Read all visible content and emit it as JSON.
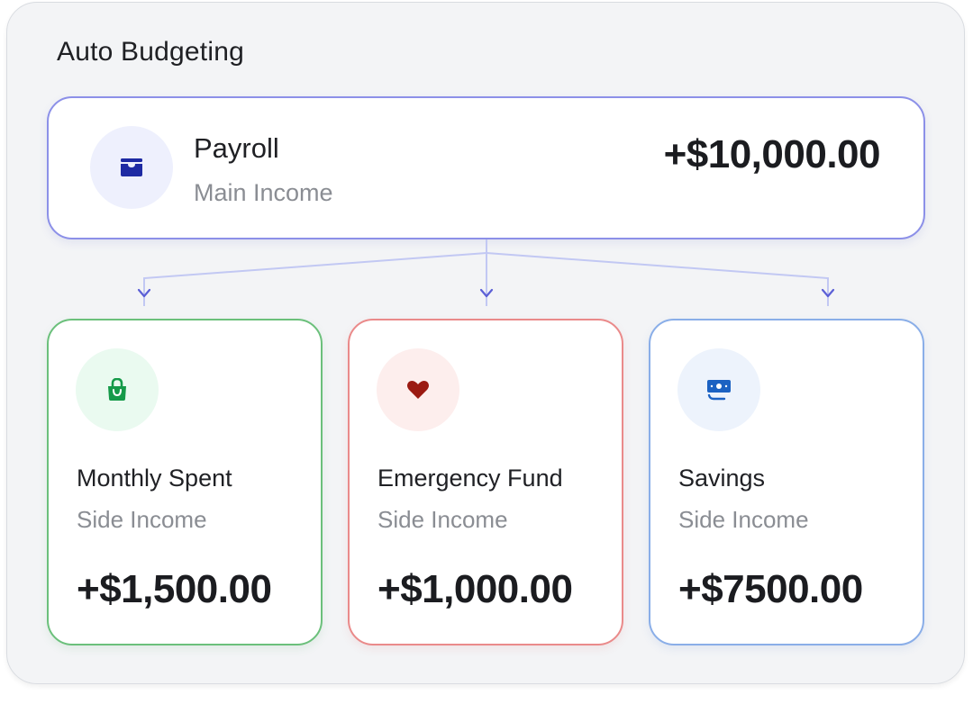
{
  "panel": {
    "title": "Auto Budgeting"
  },
  "payroll": {
    "name": "Payroll",
    "subtitle": "Main Income",
    "amount": "+$10,000.00",
    "icon": "inbox-tray-icon"
  },
  "cards": [
    {
      "name": "Monthly Spent",
      "subtitle": "Side Income",
      "amount": "+$1,500.00",
      "icon": "shopping-bag-icon",
      "accent": "#6bc07b"
    },
    {
      "name": "Emergency Fund",
      "subtitle": "Side Income",
      "amount": "+$1,000.00",
      "icon": "heart-icon",
      "accent": "#ea8a8a"
    },
    {
      "name": "Savings",
      "subtitle": "Side Income",
      "amount": "+$7500.00",
      "icon": "money-bill-icon",
      "accent": "#8aaee8"
    }
  ],
  "colors": {
    "payroll_border": "#8c90e8",
    "connector": "#c2c8f3",
    "arrow": "#5b5fd6",
    "panel_bg": "#f3f4f6"
  }
}
